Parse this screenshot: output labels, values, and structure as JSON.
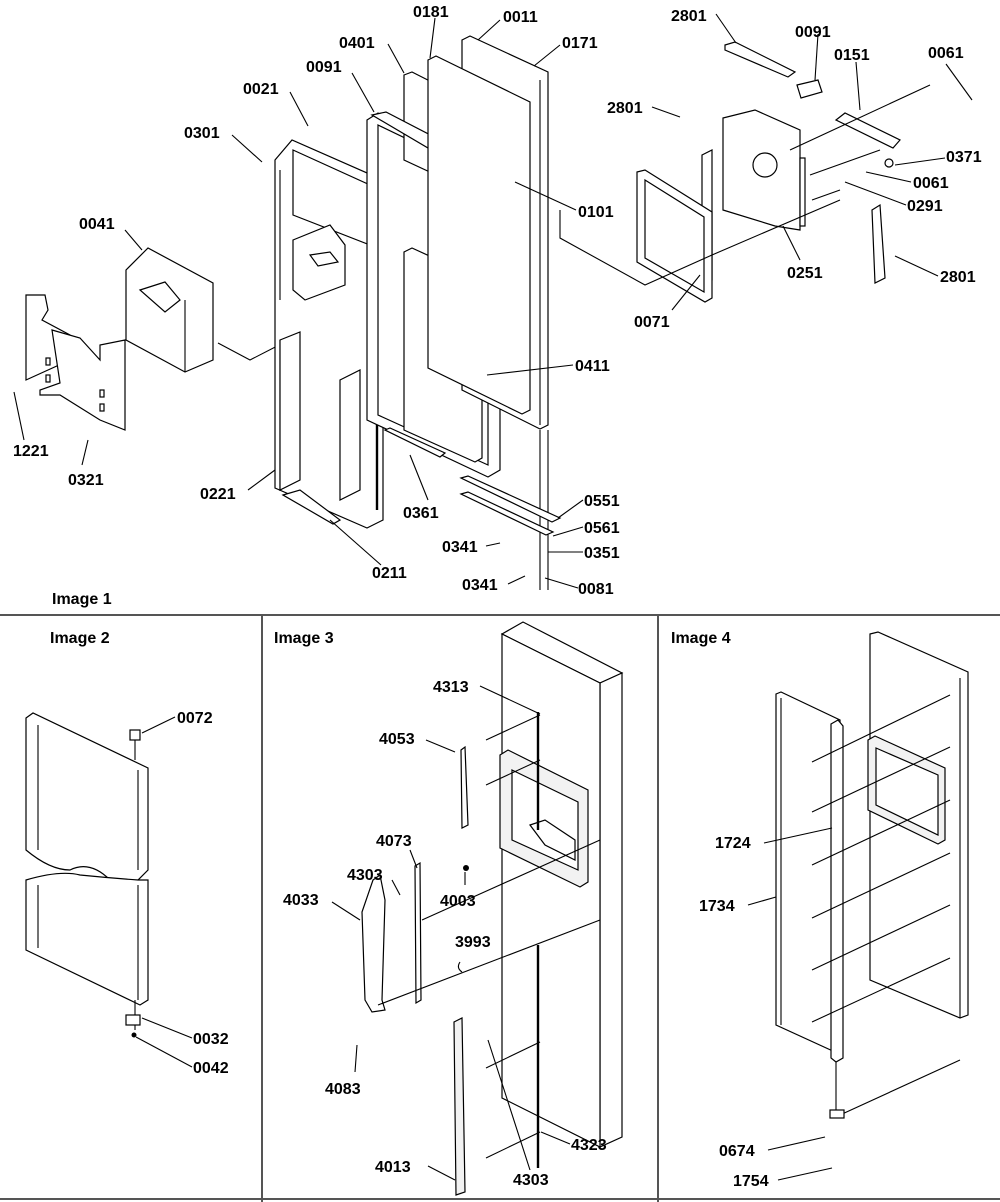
{
  "panels": [
    {
      "title": "Image 1",
      "labels": [
        "0181",
        "0011",
        "0171",
        "0401",
        "0091",
        "0021",
        "0301",
        "2801",
        "0091",
        "0151",
        "0061",
        "2801",
        "0371",
        "0061",
        "0291",
        "0101",
        "0041",
        "0251",
        "2801",
        "0071",
        "0411",
        "1221",
        "0321",
        "0221",
        "0361",
        "0551",
        "0561",
        "0341",
        "0351",
        "0211",
        "0341",
        "0081"
      ]
    },
    {
      "title": "Image 2",
      "labels": [
        "0072",
        "0032",
        "0042"
      ]
    },
    {
      "title": "Image 3",
      "labels": [
        "4313",
        "4053",
        "4073",
        "4303",
        "4003",
        "4033",
        "3993",
        "4083",
        "4323",
        "4013",
        "4303"
      ]
    },
    {
      "title": "Image 4",
      "labels": [
        "1724",
        "1734",
        "0674",
        "1754"
      ]
    }
  ]
}
